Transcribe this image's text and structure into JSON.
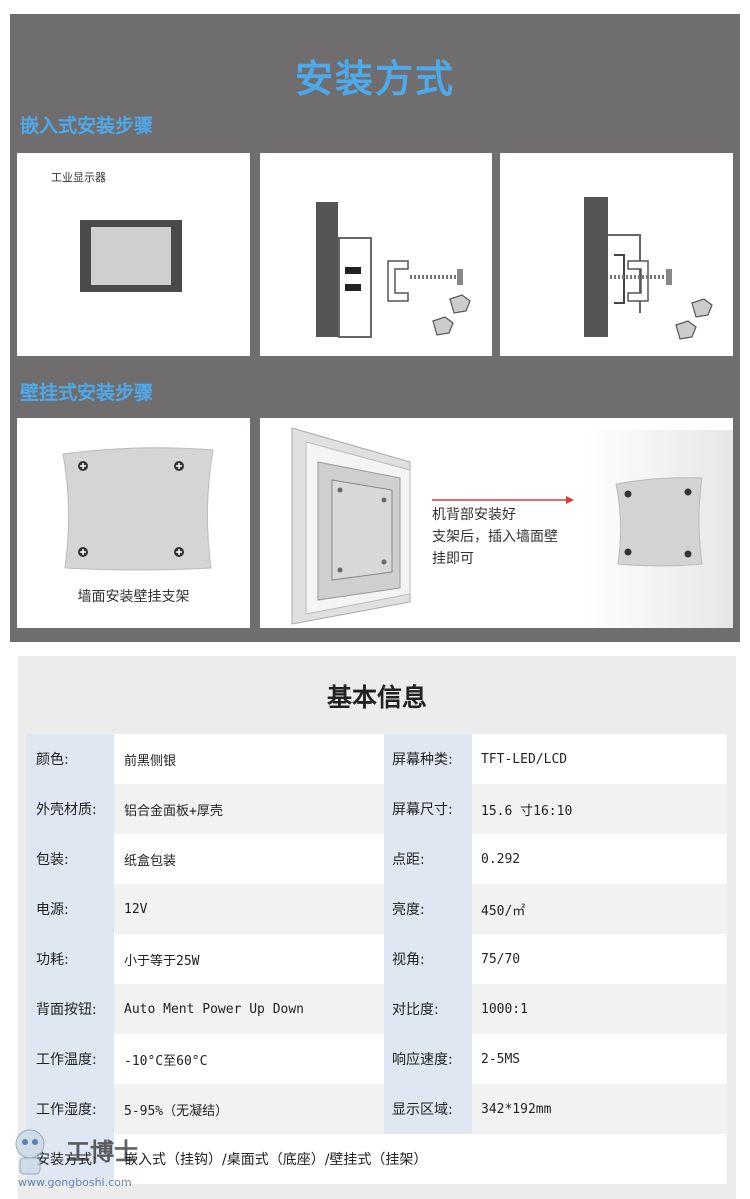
{
  "install": {
    "title": "安装方式",
    "embed_title": "嵌入式安装步骤",
    "wall_title": "壁挂式安装步骤",
    "monitor_label": "工业显示器",
    "wall_bracket_label": "墙面安装壁挂支架",
    "wall_caption": [
      "机背部安装好",
      "支架后，插入墙面壁",
      "挂即可"
    ]
  },
  "info": {
    "title": "基本信息",
    "rows": [
      {
        "l1": "颜色:",
        "v1": "前黑侧银",
        "l2": "屏幕种类:",
        "v2": "TFT-LED/LCD"
      },
      {
        "l1": "外壳材质:",
        "v1": "铝合金面板+厚壳",
        "l2": "屏幕尺寸:",
        "v2": "15.6 寸16:10"
      },
      {
        "l1": "包装:",
        "v1": "纸盒包装",
        "l2": "点距:",
        "v2": "0.292"
      },
      {
        "l1": "电源:",
        "v1": "12V",
        "l2": "亮度:",
        "v2": "450/㎡"
      },
      {
        "l1": "功耗:",
        "v1": "小于等于25W",
        "l2": "视角:",
        "v2": "75/70"
      },
      {
        "l1": "背面按钮:",
        "v1": "Auto Ment Power Up Down",
        "l2": "对比度:",
        "v2": "1000:1"
      },
      {
        "l1": "工作温度:",
        "v1": "-10°C至60°C",
        "l2": "响应速度:",
        "v2": "2-5MS"
      },
      {
        "l1": "工作湿度:",
        "v1": "5-95%（无凝结）",
        "l2": "显示区域:",
        "v2": "342*192mm"
      }
    ],
    "install_row": {
      "l1": "安装方式:",
      "v1": "嵌入式（挂钩）/桌面式（底座）/壁挂式（挂架）"
    }
  },
  "watermark": {
    "brand": "工博士",
    "url": "www.gongboshi.com"
  },
  "colors": {
    "section_bg": "#6f6d6e",
    "accent": "#4ea9ea",
    "label_cell": "#dfe8f2"
  }
}
